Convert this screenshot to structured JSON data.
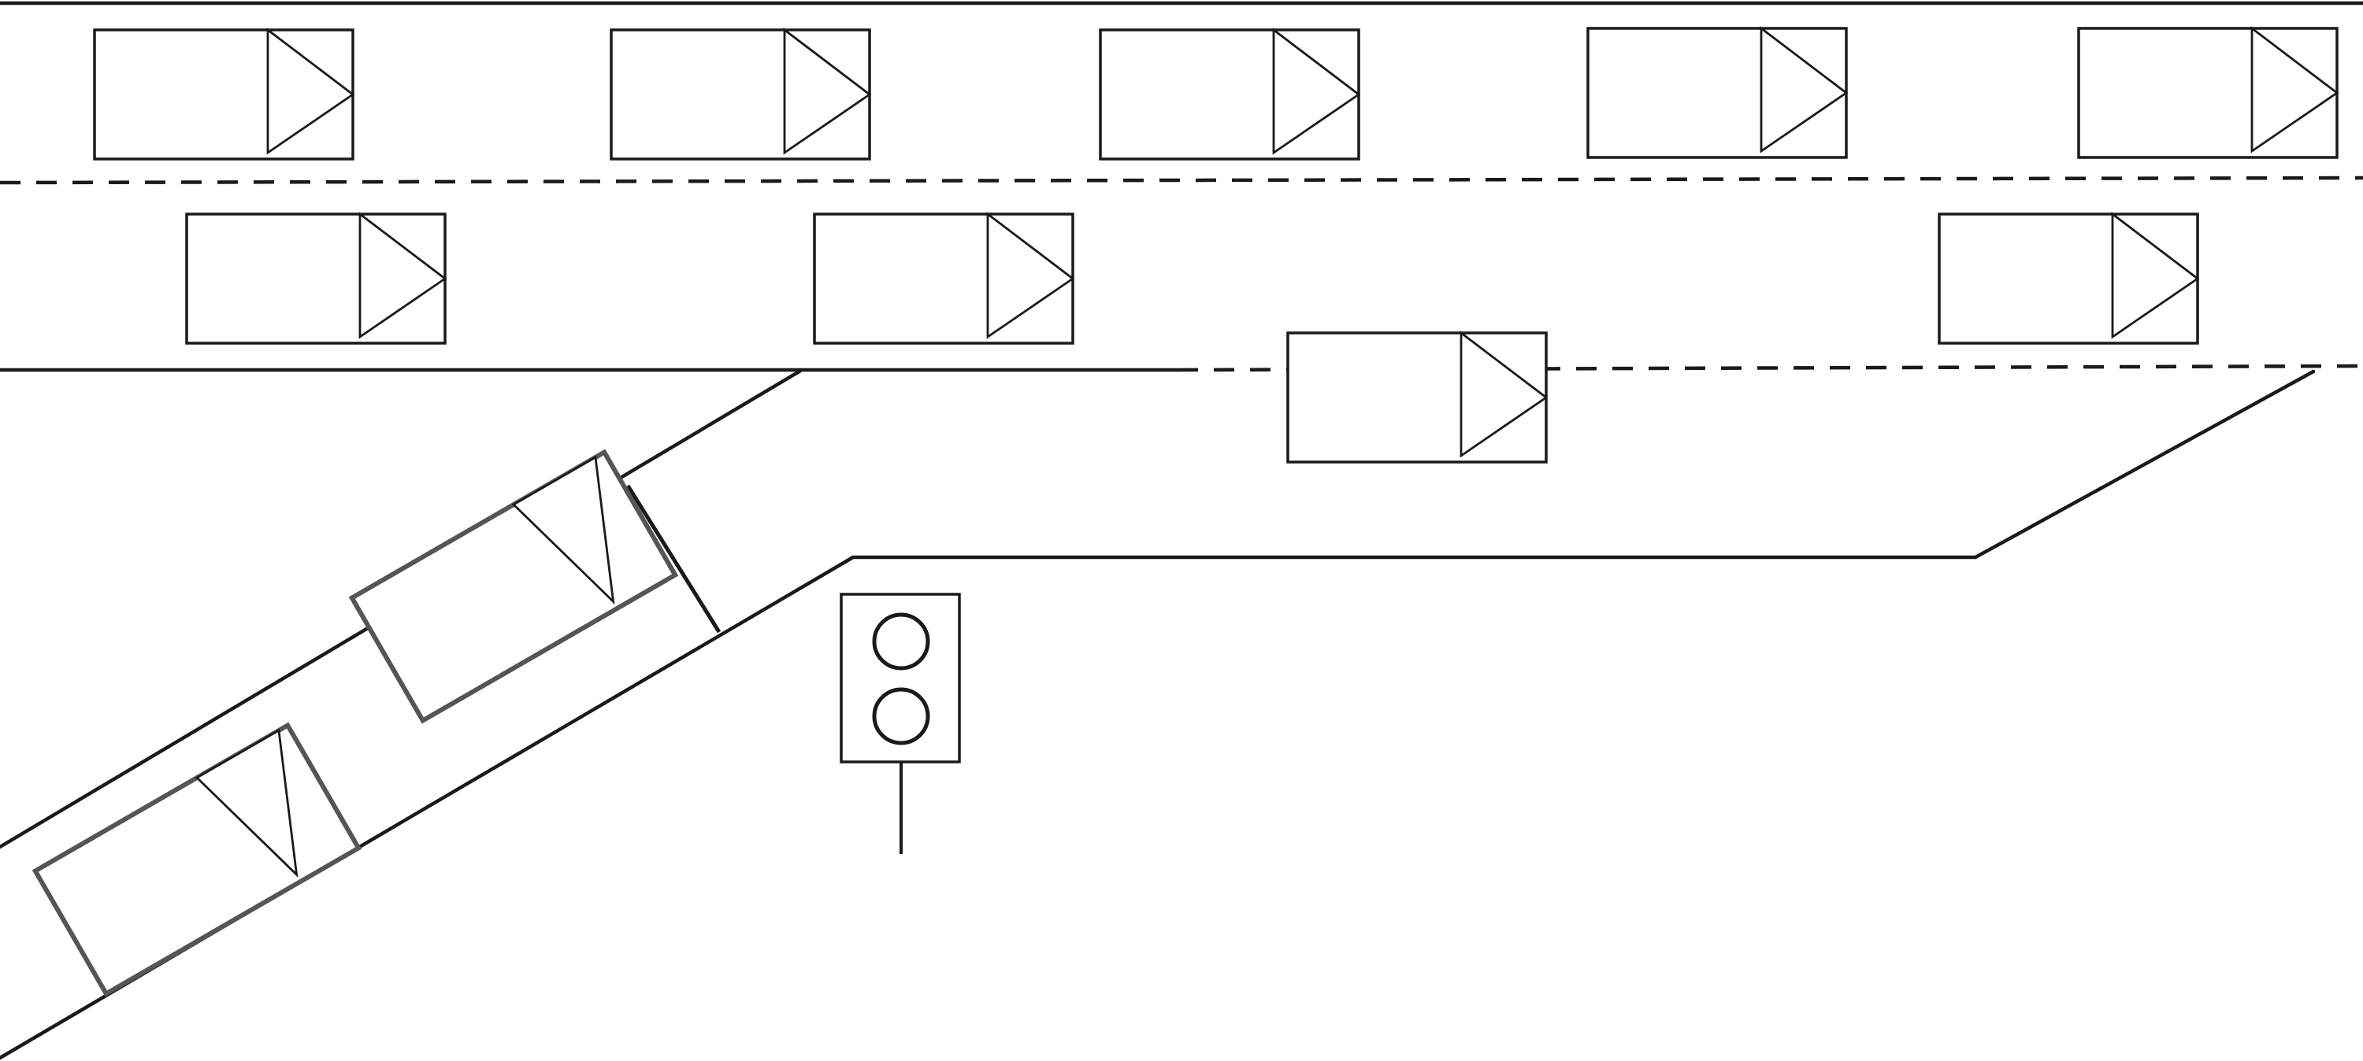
{
  "diagram": {
    "description_visible_text": "",
    "colors": {
      "line": "#1a1a1a",
      "ramp_vehicle_outline": "#555555",
      "background": "#ffffff"
    },
    "elements": {
      "lane1_vehicle_count": 5,
      "lane2_vehicle_count": 3,
      "merging_vehicle_count": 1,
      "ramp_vehicle_count": 2,
      "traffic_signal_lamp_count": 2,
      "vehicle_direction": "right"
    }
  }
}
